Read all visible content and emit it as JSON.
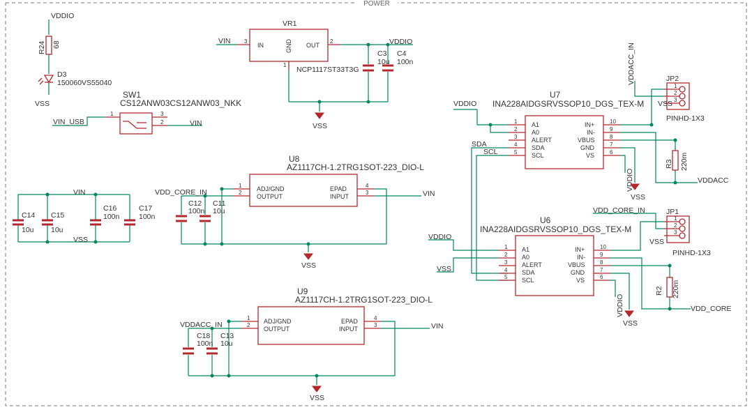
{
  "sheet": {
    "title": "POWER"
  },
  "nets": {
    "vddio": "VDDIO",
    "vss": "VSS",
    "vin": "VIN",
    "vin_usb": "VIN_USB",
    "vdd_core_in": "VDD_CORE_IN",
    "vddacc_in": "VDDACC_IN",
    "vddacc": "VDDACC",
    "vdd_core": "VDD_CORE",
    "sda": "SDA",
    "scl": "SCL"
  },
  "parts": {
    "r24": {
      "ref": "R24",
      "value": "68"
    },
    "d3": {
      "ref": "D3",
      "value": "150060VS55040"
    },
    "vr1": {
      "ref": "VR1",
      "value": "NCP1117ST33T3G",
      "pins": [
        "IN",
        "GND",
        "OUT"
      ],
      "pin_numbers": [
        "3",
        "1",
        "2"
      ]
    },
    "c3": {
      "ref": "C3",
      "value": "10u"
    },
    "c4": {
      "ref": "C4",
      "value": "100n"
    },
    "sw1": {
      "ref": "SW1",
      "value": "CS12ANW03CS12ANW03_NKK",
      "pin_numbers": [
        "1",
        "3",
        "2"
      ]
    },
    "u8": {
      "ref": "U8",
      "value": "AZ1117CH-1.2TRG1SOT-223_DIO-L",
      "pins_left": [
        "ADJ/GND",
        "OUTPUT"
      ],
      "pins_right": [
        "EPAD",
        "INPUT"
      ],
      "pin_numbers_left": [
        "1",
        "2"
      ],
      "pin_numbers_right": [
        "4",
        "3"
      ]
    },
    "u9": {
      "ref": "U9",
      "value": "AZ1117CH-1.2TRG1SOT-223_DIO-L",
      "pins_left": [
        "ADJ/GND",
        "OUTPUT"
      ],
      "pins_right": [
        "EPAD",
        "INPUT"
      ],
      "pin_numbers_left": [
        "1",
        "2"
      ],
      "pin_numbers_right": [
        "4",
        "3"
      ]
    },
    "c14": {
      "ref": "C14",
      "value": "10u"
    },
    "c15": {
      "ref": "C15",
      "value": "10u"
    },
    "c16": {
      "ref": "C16",
      "value": "100n"
    },
    "c17": {
      "ref": "C17",
      "value": "100n"
    },
    "c12": {
      "ref": "C12",
      "value": "100n"
    },
    "c11": {
      "ref": "C11",
      "value": "10u"
    },
    "c18": {
      "ref": "C18",
      "value": "100n"
    },
    "c13": {
      "ref": "C13",
      "value": "10u"
    },
    "u7": {
      "ref": "U7",
      "value": "INA228AIDGSRVSSOP10_DGS_TEX-M",
      "pins_left": [
        "A1",
        "A0",
        "ALERT",
        "SDA",
        "SCL"
      ],
      "pins_right": [
        "IN+",
        "IN-",
        "VBUS",
        "GND",
        "VS"
      ],
      "pin_numbers_left": [
        "1",
        "2",
        "3",
        "4",
        "5"
      ],
      "pin_numbers_right": [
        "10",
        "9",
        "8",
        "7",
        "6"
      ]
    },
    "u6": {
      "ref": "U6",
      "value": "INA228AIDGSRVSSOP10_DGS_TEX-M",
      "pins_left": [
        "A1",
        "A0",
        "ALERT",
        "SDA",
        "SCL"
      ],
      "pins_right": [
        "IN+",
        "IN-",
        "VBUS",
        "GND",
        "VS"
      ],
      "pin_numbers_left": [
        "1",
        "2",
        "3",
        "4",
        "5"
      ],
      "pin_numbers_right": [
        "10",
        "9",
        "8",
        "7",
        "6"
      ]
    },
    "jp2": {
      "ref": "JP2",
      "value": "PINHD-1X3",
      "pin_numbers": [
        "1",
        "2",
        "3"
      ]
    },
    "jp1": {
      "ref": "JP1",
      "value": "PINHD-1X3",
      "pin_numbers": [
        "1",
        "2",
        "3"
      ]
    },
    "r3": {
      "ref": "R3",
      "value": "220m"
    },
    "r2": {
      "ref": "R2",
      "value": "220m"
    }
  },
  "colors": {
    "wire": "#00875f",
    "part": "#b3282d",
    "text": "#333333",
    "frame": "#777777"
  }
}
